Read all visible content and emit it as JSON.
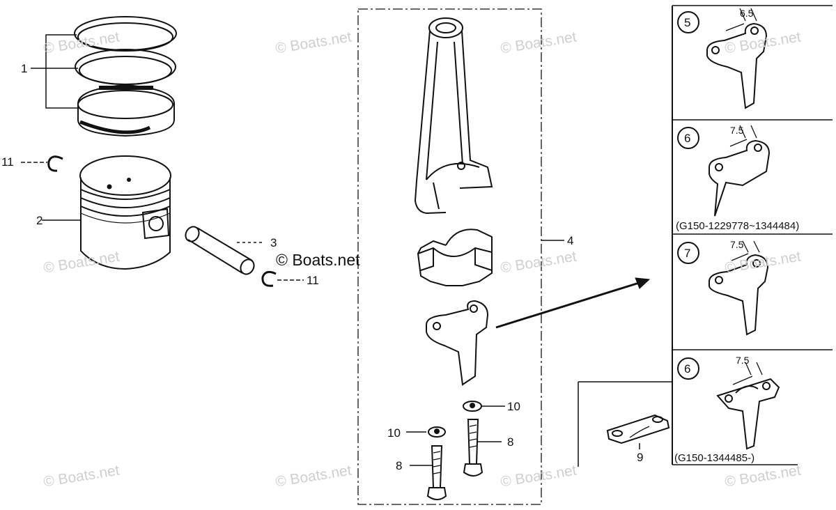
{
  "watermark": "© Boats.net",
  "callouts": {
    "c1": "1",
    "c11a": "11",
    "c2": "2",
    "c3": "3",
    "c11b": "11",
    "c4": "4",
    "c10a": "10",
    "c10b": "10",
    "c8a": "8",
    "c8b": "8",
    "c9": "9"
  },
  "variants": [
    {
      "number": "5",
      "dimension": "6.5",
      "caption": ""
    },
    {
      "number": "6",
      "dimension": "7.5",
      "caption": "(G150-1229778~1344484)"
    },
    {
      "number": "7",
      "dimension": "7.5",
      "caption": ""
    },
    {
      "number": "6",
      "dimension": "7.5",
      "caption": "(G150-1344485-)"
    }
  ]
}
